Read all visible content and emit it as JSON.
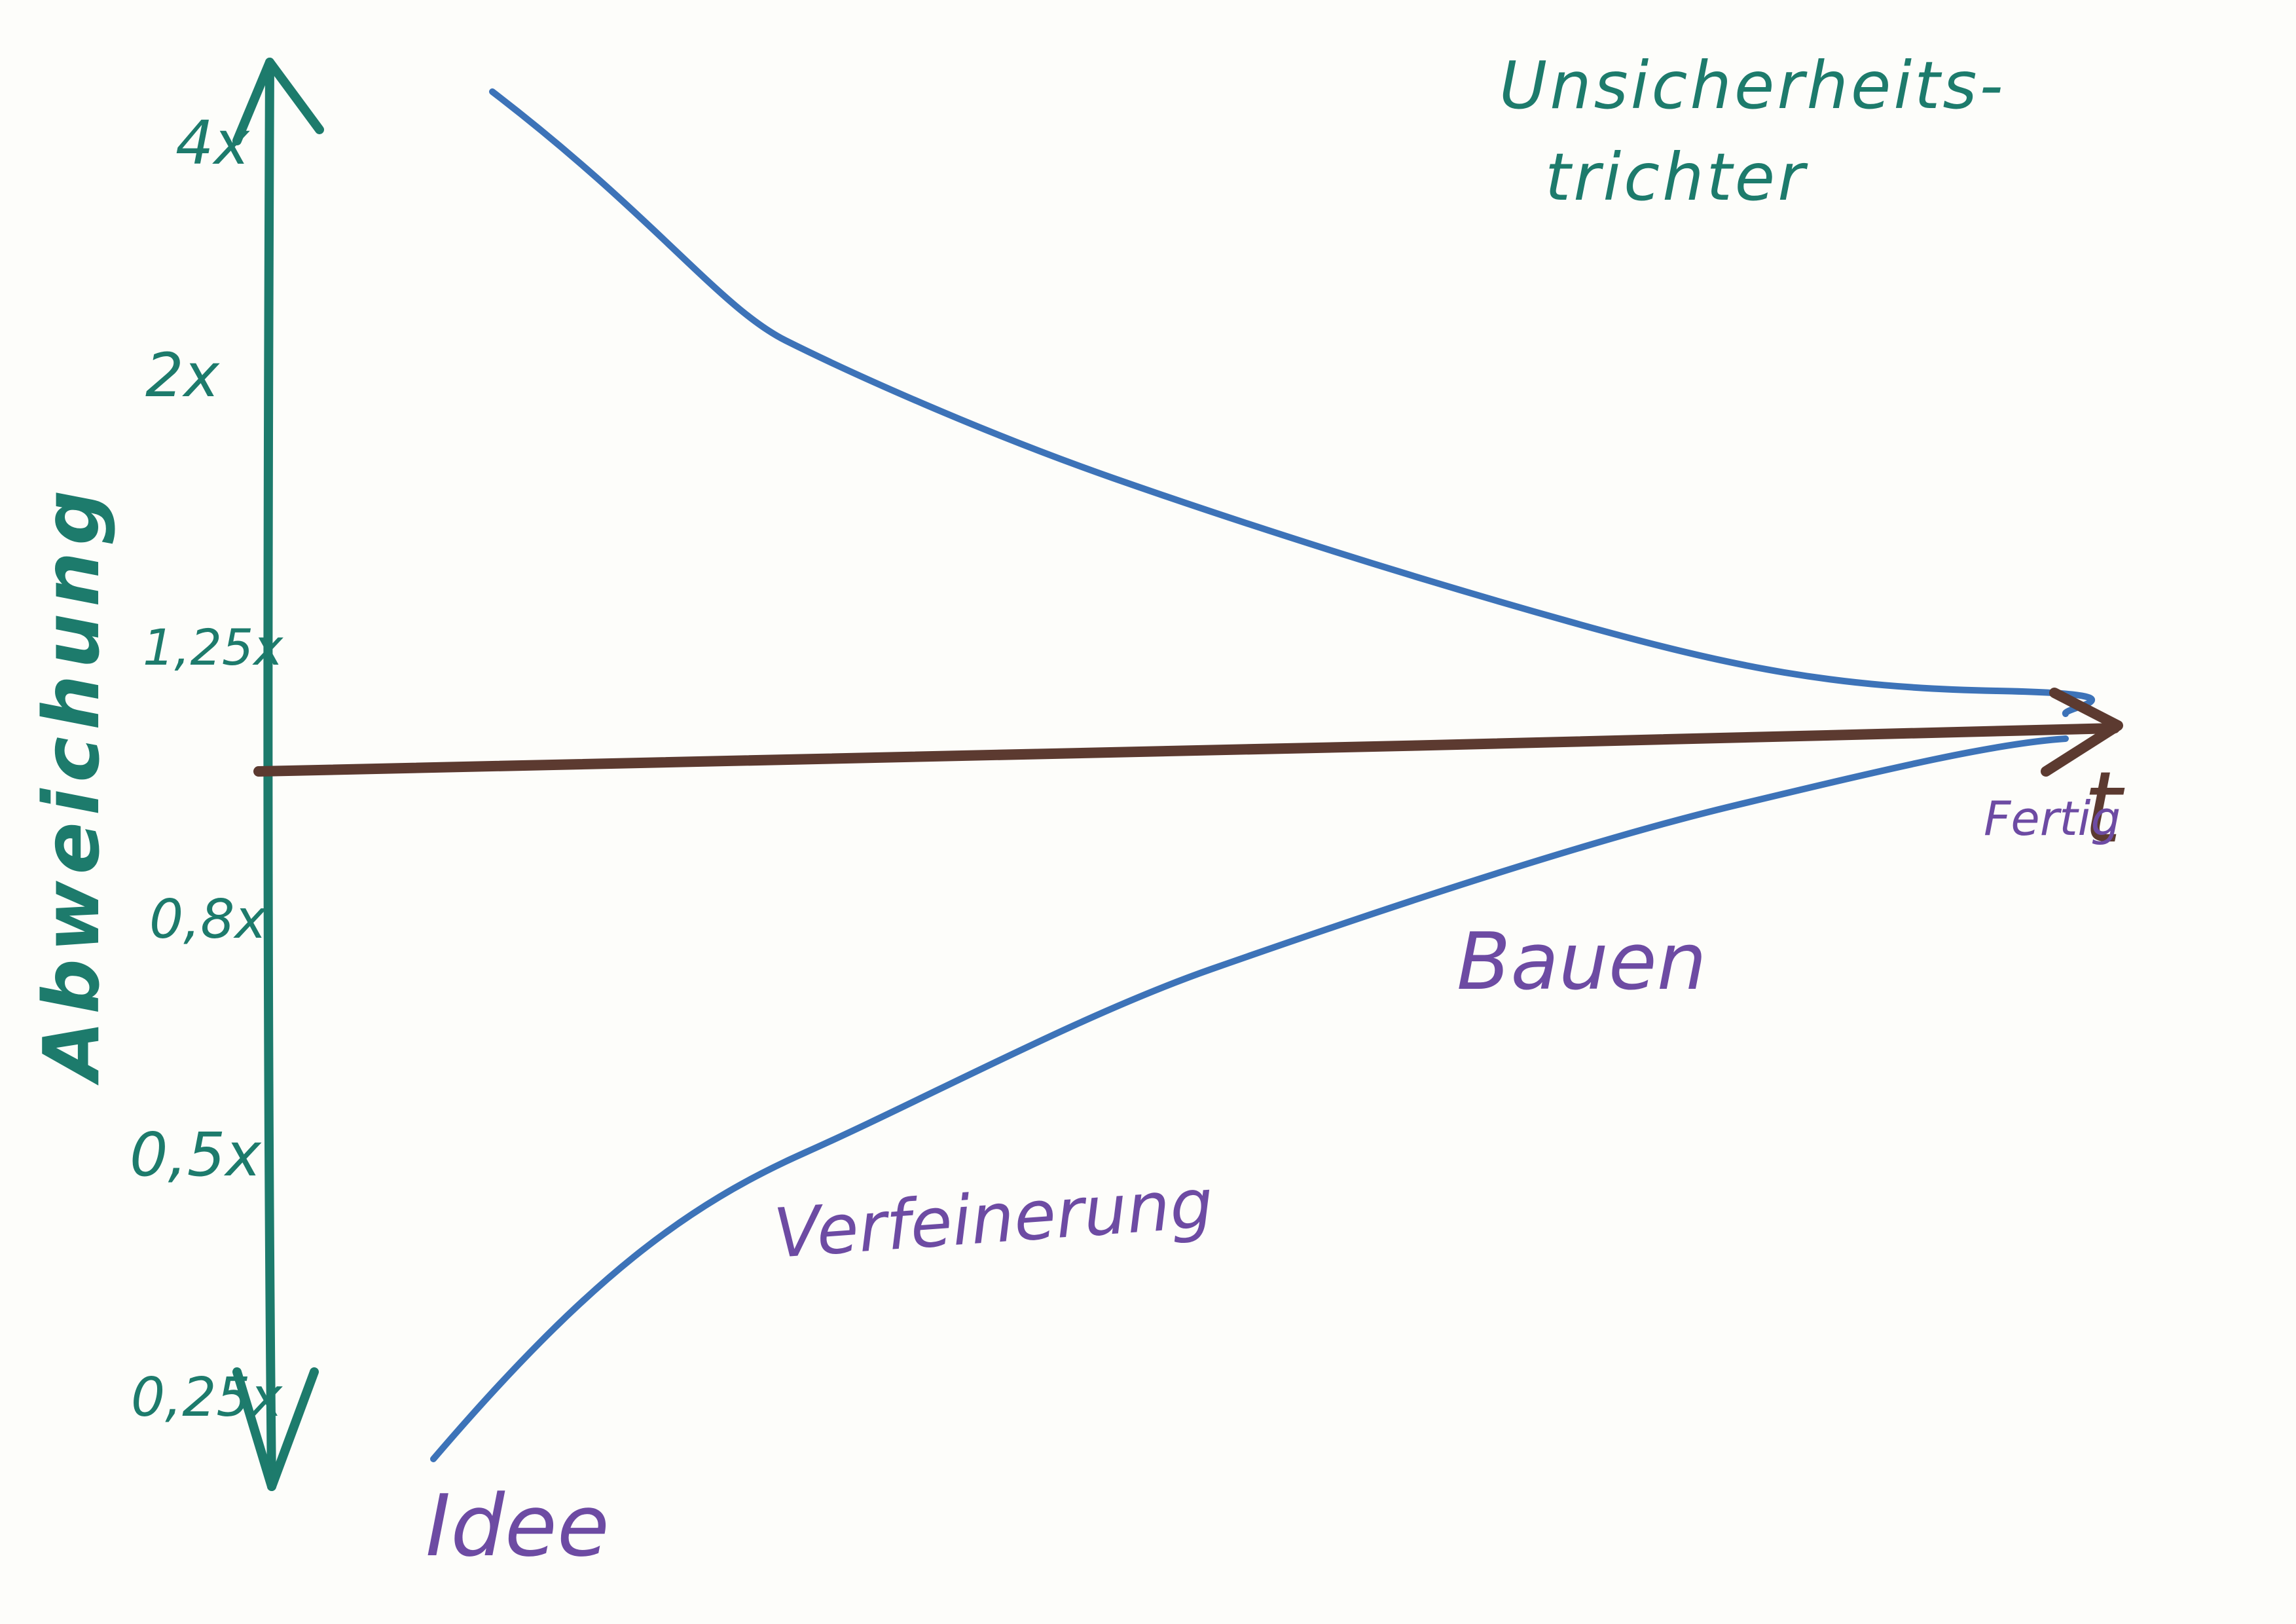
{
  "title": {
    "line1": "Unsicherheits-",
    "line2": "trichter"
  },
  "y_axis": {
    "label": "Abweichung",
    "ticks": [
      "4x",
      "2x",
      "1,25x",
      "0,8x",
      "0,5x",
      "0,25x"
    ]
  },
  "x_axis": {
    "label": "t"
  },
  "phases": [
    "Idee",
    "Verfeinerung",
    "Bauen",
    "Fertig"
  ],
  "colors": {
    "axis": "#1d7b6c",
    "funnel_curves": "#3d73b8",
    "time_arrow": "#5c3a30",
    "phase_text": "#6d4ba3",
    "paper": "#fdfdfa"
  }
}
